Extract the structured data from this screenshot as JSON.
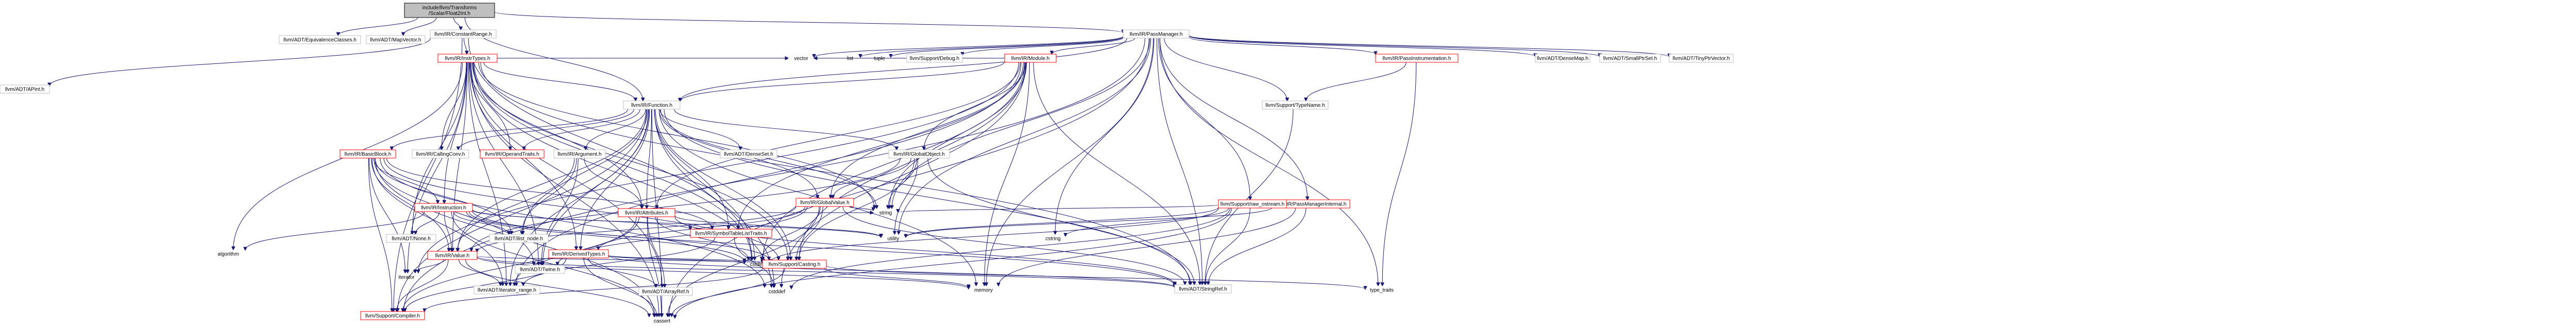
{
  "graph": {
    "nodes": [
      {
        "id": "root",
        "label": "include/llvm/Transforms\n/Scalar/Float2Int.h",
        "kind": "root"
      },
      {
        "id": "eqc",
        "label": "llvm/ADT/EquivalenceClasses.h",
        "kind": "normal"
      },
      {
        "id": "mapvec",
        "label": "llvm/ADT/MapVector.h",
        "kind": "normal"
      },
      {
        "id": "constrange",
        "label": "llvm/IR/ConstantRange.h",
        "kind": "normal"
      },
      {
        "id": "function",
        "label": "llvm/IR/Function.h",
        "kind": "normal"
      },
      {
        "id": "passmgr",
        "label": "llvm/IR/PassManager.h",
        "kind": "normal"
      },
      {
        "id": "apint",
        "label": "llvm/ADT/APInt.h",
        "kind": "normal"
      },
      {
        "id": "instrtypes",
        "label": "llvm/IR/InstrTypes.h",
        "kind": "trunc"
      },
      {
        "id": "operandtraits",
        "label": "llvm/IR/OperandTraits.h",
        "kind": "trunc"
      },
      {
        "id": "attributes",
        "label": "llvm/IR/Attributes.h",
        "kind": "trunc"
      },
      {
        "id": "callingconv",
        "label": "llvm/IR/CallingConv.h",
        "kind": "normal"
      },
      {
        "id": "basicblock",
        "label": "llvm/IR/BasicBlock.h",
        "kind": "trunc"
      },
      {
        "id": "instruction",
        "label": "llvm/IR/Instruction.h",
        "kind": "trunc"
      },
      {
        "id": "value",
        "label": "llvm/IR/Value.h",
        "kind": "trunc"
      },
      {
        "id": "argument",
        "label": "llvm/IR/Argument.h",
        "kind": "normal"
      },
      {
        "id": "globalobject",
        "label": "llvm/IR/GlobalObject.h",
        "kind": "normal"
      },
      {
        "id": "globalvalue",
        "label": "llvm/IR/GlobalValue.h",
        "kind": "trunc"
      },
      {
        "id": "derivedtypes",
        "label": "llvm/IR/DerivedTypes.h",
        "kind": "trunc"
      },
      {
        "id": "symtabtraits",
        "label": "llvm/IR/SymbolTableListTraits.h",
        "kind": "trunc"
      },
      {
        "id": "denseset",
        "label": "llvm/ADT/DenseSet.h",
        "kind": "normal"
      },
      {
        "id": "module",
        "label": "llvm/IR/Module.h",
        "kind": "trunc"
      },
      {
        "id": "debug",
        "label": "llvm/Support/Debug.h",
        "kind": "normal"
      },
      {
        "id": "passinstr",
        "label": "llvm/IR/PassInstrumentation.h",
        "kind": "trunc"
      },
      {
        "id": "typename",
        "label": "llvm/Support/TypeName.h",
        "kind": "normal"
      },
      {
        "id": "pmi",
        "label": "llvm/IR/PassManagerInternal.h",
        "kind": "trunc"
      },
      {
        "id": "rawostream",
        "label": "llvm/Support/raw_ostream.h",
        "kind": "trunc"
      },
      {
        "id": "densemap",
        "label": "llvm/ADT/DenseMap.h",
        "kind": "normal"
      },
      {
        "id": "smallptrset",
        "label": "llvm/ADT/SmallPtrSet.h",
        "kind": "normal"
      },
      {
        "id": "tinyptrvec",
        "label": "llvm/ADT/TinyPtrVector.h",
        "kind": "normal"
      },
      {
        "id": "list",
        "label": "list",
        "kind": "plain"
      },
      {
        "id": "tuple",
        "label": "tuple",
        "kind": "plain"
      },
      {
        "id": "vector",
        "label": "vector",
        "kind": "plain"
      },
      {
        "id": "algorithm",
        "label": "algorithm",
        "kind": "plain"
      },
      {
        "id": "none",
        "label": "llvm/ADT/None.h",
        "kind": "normal"
      },
      {
        "id": "iterator",
        "label": "iterator",
        "kind": "plain"
      },
      {
        "id": "ilistnode",
        "label": "llvm/ADT/ilist_node.h",
        "kind": "normal"
      },
      {
        "id": "twine",
        "label": "llvm/ADT/Twine.h",
        "kind": "normal"
      },
      {
        "id": "iterrange",
        "label": "llvm/ADT/iterator_range.h",
        "kind": "normal"
      },
      {
        "id": "arrayref",
        "label": "llvm/ADT/ArrayRef.h",
        "kind": "normal"
      },
      {
        "id": "cstddef",
        "label": "cstddef",
        "kind": "plain"
      },
      {
        "id": "cstdint",
        "label": "cstdint",
        "kind": "plain"
      },
      {
        "id": "utility",
        "label": "utility",
        "kind": "plain"
      },
      {
        "id": "string",
        "label": "string",
        "kind": "plain"
      },
      {
        "id": "stringref",
        "label": "llvm/ADT/StringRef.h",
        "kind": "normal"
      },
      {
        "id": "casting",
        "label": "llvm/Support/Casting.h",
        "kind": "trunc"
      },
      {
        "id": "compiler",
        "label": "llvm/Support/Compiler.h",
        "kind": "trunc"
      },
      {
        "id": "cassert",
        "label": "cassert",
        "kind": "plain"
      },
      {
        "id": "memory",
        "label": "memory",
        "kind": "plain"
      },
      {
        "id": "typetraits",
        "label": "type_traits",
        "kind": "plain"
      },
      {
        "id": "cstring",
        "label": "cstring",
        "kind": "plain"
      }
    ],
    "edges": [
      [
        "root",
        "eqc"
      ],
      [
        "root",
        "mapvec"
      ],
      [
        "root",
        "constrange"
      ],
      [
        "root",
        "function"
      ],
      [
        "root",
        "passmgr"
      ],
      [
        "constrange",
        "apint"
      ],
      [
        "constrange",
        "instrtypes"
      ],
      [
        "constrange",
        "compiler"
      ],
      [
        "constrange",
        "cstdint"
      ],
      [
        "instrtypes",
        "function"
      ],
      [
        "instrtypes",
        "operandtraits"
      ],
      [
        "instrtypes",
        "attributes"
      ],
      [
        "instrtypes",
        "callingconv"
      ],
      [
        "instrtypes",
        "instruction"
      ],
      [
        "instrtypes",
        "value"
      ],
      [
        "instrtypes",
        "derivedtypes"
      ],
      [
        "instrtypes",
        "twine"
      ],
      [
        "instrtypes",
        "stringref"
      ],
      [
        "instrtypes",
        "arrayref"
      ],
      [
        "instrtypes",
        "iterrange"
      ],
      [
        "instrtypes",
        "casting"
      ],
      [
        "instrtypes",
        "none"
      ],
      [
        "instrtypes",
        "algorithm"
      ],
      [
        "instrtypes",
        "iterator"
      ],
      [
        "instrtypes",
        "cassert"
      ],
      [
        "instrtypes",
        "cstddef"
      ],
      [
        "instrtypes",
        "cstdint"
      ],
      [
        "instrtypes",
        "string"
      ],
      [
        "instrtypes",
        "vector"
      ],
      [
        "function",
        "denseset"
      ],
      [
        "function",
        "argument"
      ],
      [
        "function",
        "globalobject"
      ],
      [
        "function",
        "basicblock"
      ],
      [
        "function",
        "attributes"
      ],
      [
        "function",
        "callingconv"
      ],
      [
        "function",
        "derivedtypes"
      ],
      [
        "function",
        "globalvalue"
      ],
      [
        "function",
        "operandtraits"
      ],
      [
        "function",
        "symtabtraits"
      ],
      [
        "function",
        "value"
      ],
      [
        "function",
        "twine"
      ],
      [
        "function",
        "ilistnode"
      ],
      [
        "function",
        "iterrange"
      ],
      [
        "function",
        "stringref"
      ],
      [
        "function",
        "casting"
      ],
      [
        "function",
        "compiler"
      ],
      [
        "function",
        "cassert"
      ],
      [
        "function",
        "cstddef"
      ],
      [
        "function",
        "cstdint"
      ],
      [
        "function",
        "memory"
      ],
      [
        "function",
        "string"
      ],
      [
        "basicblock",
        "instruction"
      ],
      [
        "basicblock",
        "value"
      ],
      [
        "basicblock",
        "twine"
      ],
      [
        "basicblock",
        "ilistnode"
      ],
      [
        "basicblock",
        "iterrange"
      ],
      [
        "basicblock",
        "symtabtraits"
      ],
      [
        "basicblock",
        "casting"
      ],
      [
        "basicblock",
        "compiler"
      ],
      [
        "basicblock",
        "cassert"
      ],
      [
        "basicblock",
        "cstddef"
      ],
      [
        "basicblock",
        "iterator"
      ],
      [
        "instruction",
        "none"
      ],
      [
        "instruction",
        "stringref"
      ],
      [
        "instruction",
        "ilistnode"
      ],
      [
        "instruction",
        "symtabtraits"
      ],
      [
        "instruction",
        "value"
      ],
      [
        "instruction",
        "casting"
      ],
      [
        "instruction",
        "algorithm"
      ],
      [
        "instruction",
        "cassert"
      ],
      [
        "instruction",
        "cstdint"
      ],
      [
        "instruction",
        "utility"
      ],
      [
        "value",
        "iterrange"
      ],
      [
        "value",
        "casting"
      ],
      [
        "value",
        "compiler"
      ],
      [
        "value",
        "cassert"
      ],
      [
        "value",
        "iterator"
      ],
      [
        "value",
        "memory"
      ],
      [
        "value",
        "stringref"
      ],
      [
        "argument",
        "twine"
      ],
      [
        "argument",
        "ilistnode"
      ],
      [
        "argument",
        "attributes"
      ],
      [
        "argument",
        "value"
      ],
      [
        "globalobject",
        "stringref"
      ],
      [
        "globalobject",
        "globalvalue"
      ],
      [
        "globalobject",
        "value"
      ],
      [
        "globalobject",
        "casting"
      ],
      [
        "globalobject",
        "string"
      ],
      [
        "globalobject",
        "utility"
      ],
      [
        "globalvalue",
        "twine"
      ],
      [
        "globalvalue",
        "derivedtypes"
      ],
      [
        "globalvalue",
        "value"
      ],
      [
        "globalvalue",
        "casting"
      ],
      [
        "globalvalue",
        "cassert"
      ],
      [
        "globalvalue",
        "cstdint"
      ],
      [
        "globalvalue",
        "string"
      ],
      [
        "globalvalue",
        "stringref"
      ],
      [
        "derivedtypes",
        "arrayref"
      ],
      [
        "derivedtypes",
        "stringref"
      ],
      [
        "derivedtypes",
        "casting"
      ],
      [
        "derivedtypes",
        "compiler"
      ],
      [
        "derivedtypes",
        "cassert"
      ],
      [
        "derivedtypes",
        "cstdint"
      ],
      [
        "attributes",
        "arrayref"
      ],
      [
        "attributes",
        "stringref"
      ],
      [
        "attributes",
        "iterrange"
      ],
      [
        "attributes",
        "compiler"
      ],
      [
        "attributes",
        "cassert"
      ],
      [
        "attributes",
        "string"
      ],
      [
        "attributes",
        "utility"
      ],
      [
        "attributes",
        "cstdint"
      ],
      [
        "passmgr",
        "function"
      ],
      [
        "passmgr",
        "module"
      ],
      [
        "passmgr",
        "debug"
      ],
      [
        "passmgr",
        "passinstr"
      ],
      [
        "passmgr",
        "typename"
      ],
      [
        "passmgr",
        "pmi"
      ],
      [
        "passmgr",
        "rawostream"
      ],
      [
        "passmgr",
        "densemap"
      ],
      [
        "passmgr",
        "smallptrset"
      ],
      [
        "passmgr",
        "tinyptrvec"
      ],
      [
        "passmgr",
        "list"
      ],
      [
        "passmgr",
        "tuple"
      ],
      [
        "passmgr",
        "vector"
      ],
      [
        "passmgr",
        "string"
      ],
      [
        "passmgr",
        "memory"
      ],
      [
        "passmgr",
        "typetraits"
      ],
      [
        "passmgr",
        "cstring"
      ],
      [
        "passmgr",
        "utility"
      ],
      [
        "passmgr",
        "stringref"
      ],
      [
        "passmgr",
        "cassert"
      ],
      [
        "passmgr",
        "compiler"
      ],
      [
        "module",
        "function"
      ],
      [
        "module",
        "attributes"
      ],
      [
        "module",
        "globalobject"
      ],
      [
        "module",
        "globalvalue"
      ],
      [
        "module",
        "symtabtraits"
      ],
      [
        "module",
        "iterrange"
      ],
      [
        "module",
        "stringref"
      ],
      [
        "module",
        "casting"
      ],
      [
        "module",
        "cstddef"
      ],
      [
        "module",
        "cstdint"
      ],
      [
        "module",
        "iterator"
      ],
      [
        "module",
        "memory"
      ],
      [
        "module",
        "string"
      ],
      [
        "module",
        "vector"
      ],
      [
        "passinstr",
        "typename"
      ],
      [
        "passinstr",
        "typetraits"
      ],
      [
        "typename",
        "stringref"
      ],
      [
        "pmi",
        "stringref"
      ],
      [
        "pmi",
        "memory"
      ],
      [
        "pmi",
        "utility"
      ],
      [
        "rawostream",
        "stringref"
      ],
      [
        "rawostream",
        "cassert"
      ],
      [
        "rawostream",
        "cstddef"
      ],
      [
        "rawostream",
        "cstdint"
      ],
      [
        "rawostream",
        "cstring"
      ],
      [
        "rawostream",
        "string"
      ],
      [
        "rawostream",
        "utility"
      ],
      [
        "casting",
        "compiler"
      ],
      [
        "casting",
        "cassert"
      ],
      [
        "casting",
        "memory"
      ],
      [
        "casting",
        "typetraits"
      ],
      [
        "symtabtraits",
        "cstddef"
      ],
      [
        "symtabtraits",
        "iterrange"
      ]
    ]
  }
}
